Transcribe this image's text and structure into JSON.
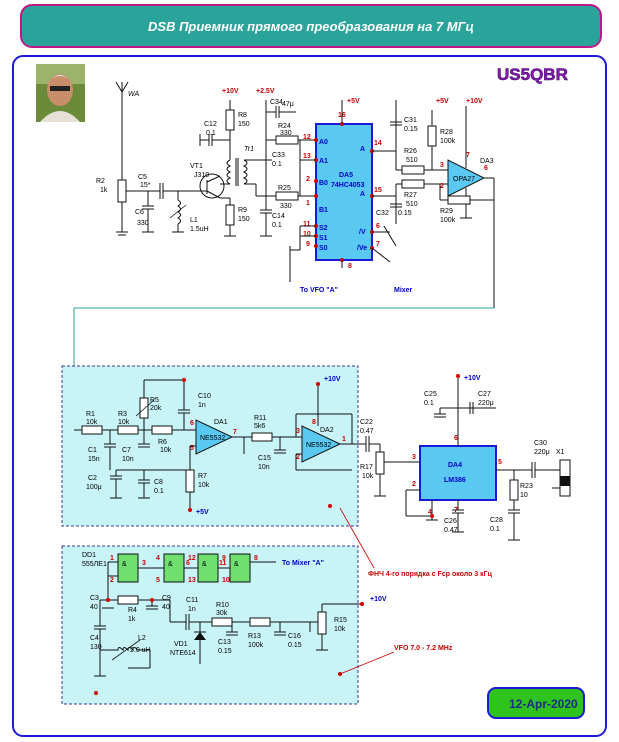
{
  "title": "DSB Приемник прямого преобразования на 7 МГц",
  "callsign": "US5QBR",
  "date": "12-Apr-2020",
  "colors": {
    "title_bg": "#2aa39a",
    "frame": "#1b1bd6",
    "callsign": "#8a1ab0",
    "date_bg": "#2ec41b",
    "block_bg": "#c8f4f8",
    "ic_fill": "#5ac9f2"
  },
  "antenna": {
    "label": "WA"
  },
  "chips": {
    "da5": {
      "name": "DA5",
      "part": "74HC4053",
      "pins_left": [
        "A0",
        "A1",
        "B0",
        "B1",
        "S2",
        "S1",
        "S0"
      ],
      "pins_right": [
        "A",
        "A",
        "/V",
        "/Ve"
      ]
    },
    "da3": {
      "name": "DA3",
      "part": "OPA27"
    },
    "da1": {
      "name": "DA1",
      "part": "NE5532"
    },
    "da2": {
      "name": "DA2",
      "part": "NE5532"
    },
    "da4": {
      "name": "DA4",
      "part": "LM386"
    },
    "dd1": {
      "name": "DD1",
      "part": "555ЛЕ1"
    }
  },
  "transistors": {
    "vt1": {
      "name": "VT1",
      "part": "J310"
    }
  },
  "transformer": {
    "name": "Tr1"
  },
  "components": {
    "r2": [
      "R2",
      "1k"
    ],
    "c5": [
      "C5",
      "15*"
    ],
    "c6": [
      "C6",
      "330"
    ],
    "l1": [
      "L1",
      "1.5uH"
    ],
    "c12": [
      "C12",
      "0.1"
    ],
    "r8": [
      "R8",
      "150"
    ],
    "r9": [
      "R9",
      "150"
    ],
    "c34": [
      "C34",
      "47μ"
    ],
    "r24": [
      "R24",
      "330"
    ],
    "r25": [
      "R25",
      "330"
    ],
    "c33": [
      "C33",
      "0.1"
    ],
    "c14": [
      "C14",
      "0.1"
    ],
    "c31": [
      "C31",
      "0.15"
    ],
    "c32": [
      "C32",
      "0.15"
    ],
    "r26": [
      "R26",
      "510"
    ],
    "r27": [
      "R27",
      "510"
    ],
    "r28": [
      "R28",
      "100k"
    ],
    "r29": [
      "R29",
      "100k"
    ],
    "r1": [
      "R1",
      "10k"
    ],
    "r3": [
      "R3",
      "10k"
    ],
    "r5": [
      "R5",
      "20k"
    ],
    "r6": [
      "R6",
      "10k"
    ],
    "c10": [
      "C10",
      "1n"
    ],
    "c1": [
      "C1",
      "15n"
    ],
    "c7": [
      "C7",
      "10n"
    ],
    "c2": [
      "C2",
      "100μ"
    ],
    "c8": [
      "C8",
      "0.1"
    ],
    "r7": [
      "R7",
      "10k"
    ],
    "r11": [
      "R11",
      "5k6"
    ],
    "c15": [
      "C15",
      "10n"
    ],
    "c22": [
      "C22",
      "0.47"
    ],
    "r17": [
      "R17",
      "10k"
    ],
    "c25": [
      "C25",
      "0.1"
    ],
    "c27": [
      "C27",
      "220μ"
    ],
    "c26": [
      "C26",
      "0.47"
    ],
    "c28": [
      "C28",
      "0.1"
    ],
    "r23": [
      "R23",
      "10"
    ],
    "c30": [
      "C30",
      "220μ"
    ],
    "x1": [
      "X1",
      ""
    ],
    "c3": [
      "C3",
      "40"
    ],
    "c9": [
      "C9",
      "40"
    ],
    "r4": [
      "R4",
      "1k"
    ],
    "c4": [
      "C4",
      "130"
    ],
    "l2": [
      "L2",
      "2.0 uH"
    ],
    "c11": [
      "C11",
      "1n"
    ],
    "r10": [
      "R10",
      "30k"
    ],
    "vd1": [
      "VD1",
      "NTE614"
    ],
    "c13": [
      "C13",
      "0.15"
    ],
    "r13": [
      "R13",
      "100k"
    ],
    "c16": [
      "C16",
      "0.15"
    ],
    "r15": [
      "R15",
      "10k"
    ]
  },
  "supply": {
    "p10": "+10V",
    "p25": "+2.5V",
    "p5": "+5V"
  },
  "notes": {
    "to_vfo": "To VFO \"A\"",
    "mixer": "Mixer",
    "to_mixer": "To Mixer \"A\"",
    "lpf": "ФНЧ 4-го порядка с  Fср около 3 кГц",
    "vfo": "VFO 7.0 - 7.2 MHz"
  }
}
